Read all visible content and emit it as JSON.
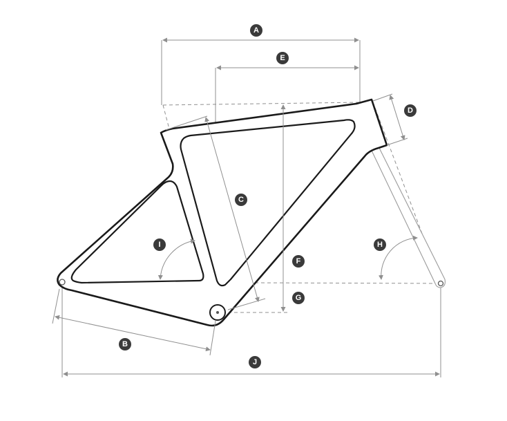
{
  "labels": {
    "a": "A",
    "b": "B",
    "c": "C",
    "d": "D",
    "e": "E",
    "f": "F",
    "g": "G",
    "h": "H",
    "i": "I",
    "j": "J"
  },
  "colors": {
    "frame_stroke": "#1a1a1a",
    "dimension_line": "#8f8f8f",
    "badge_fill": "#3a3a3a",
    "badge_text": "#ffffff"
  }
}
